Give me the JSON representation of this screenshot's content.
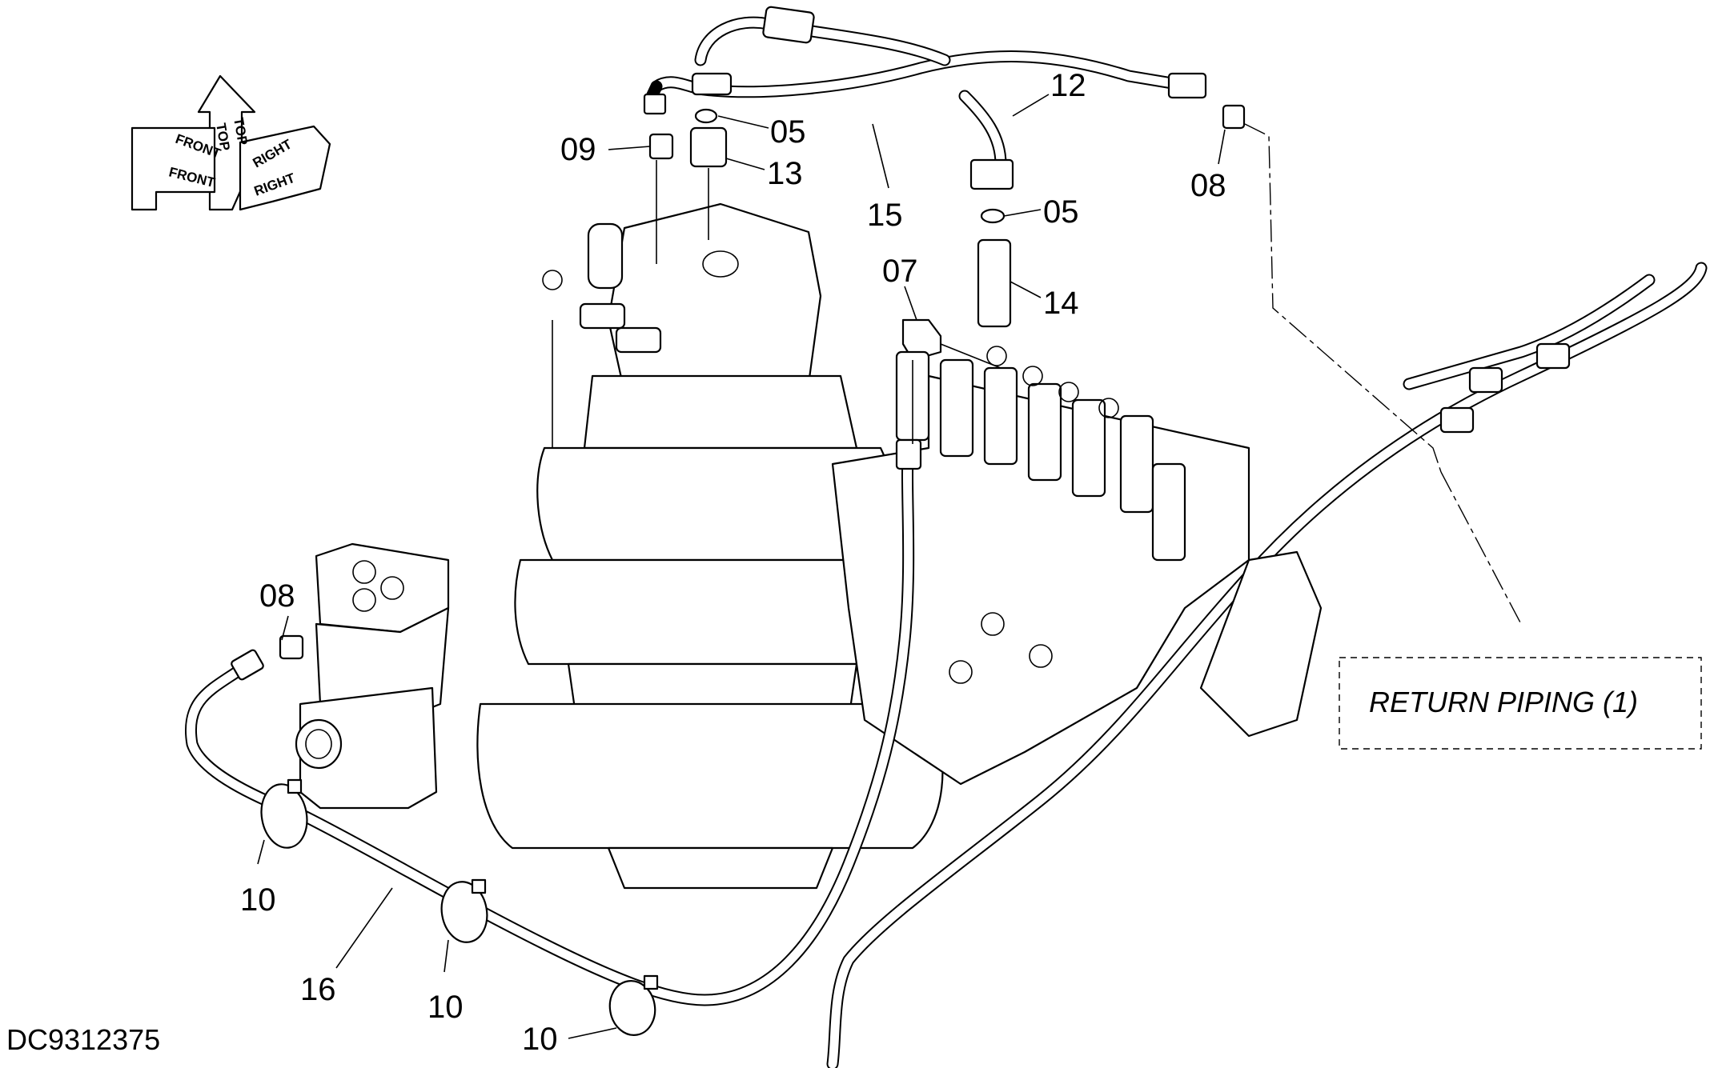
{
  "drawing_number": "DC9312375",
  "orientation": {
    "top": "TOP",
    "front": "FRONT",
    "right": "RIGHT"
  },
  "reference_box": {
    "label": "RETURN PIPING (1)"
  },
  "callouts": [
    {
      "id": "c12",
      "label": "12"
    },
    {
      "id": "c05a",
      "label": "05"
    },
    {
      "id": "c09",
      "label": "09"
    },
    {
      "id": "c13",
      "label": "13"
    },
    {
      "id": "c15",
      "label": "15"
    },
    {
      "id": "c05b",
      "label": "05"
    },
    {
      "id": "c08a",
      "label": "08"
    },
    {
      "id": "c07",
      "label": "07"
    },
    {
      "id": "c14",
      "label": "14"
    },
    {
      "id": "c08b",
      "label": "08"
    },
    {
      "id": "c10a",
      "label": "10"
    },
    {
      "id": "c16",
      "label": "16"
    },
    {
      "id": "c10b",
      "label": "10"
    },
    {
      "id": "c10c",
      "label": "10"
    }
  ]
}
